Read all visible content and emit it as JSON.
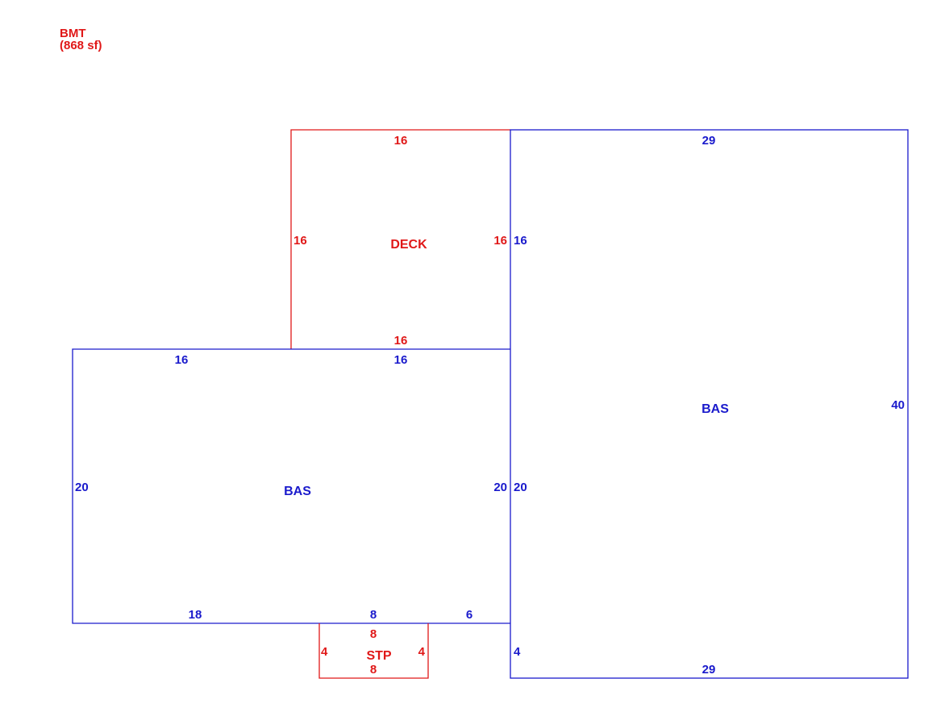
{
  "legend": {
    "title": "BMT",
    "area": "(868 sf)"
  },
  "colors": {
    "main": "#1a1acc",
    "secondary": "#e01818"
  },
  "areas": {
    "deck": {
      "label": "DECK",
      "dims": {
        "top": "16",
        "left": "16",
        "right": "16",
        "bottom": "16"
      }
    },
    "bas_right": {
      "label": "BAS",
      "dims": {
        "top": "29",
        "left_upper": "16",
        "left_middle": "20",
        "left_lower": "4",
        "right": "40",
        "bottom": "29"
      }
    },
    "bas_left": {
      "label": "BAS",
      "dims": {
        "top_left": "16",
        "top_right": "16",
        "left": "20",
        "right": "20",
        "bottom_left": "18",
        "bottom_middle": "8",
        "bottom_right": "6"
      }
    },
    "stp": {
      "label": "STP",
      "dims": {
        "top": "8",
        "left": "4",
        "right": "4",
        "bottom": "8"
      }
    }
  }
}
